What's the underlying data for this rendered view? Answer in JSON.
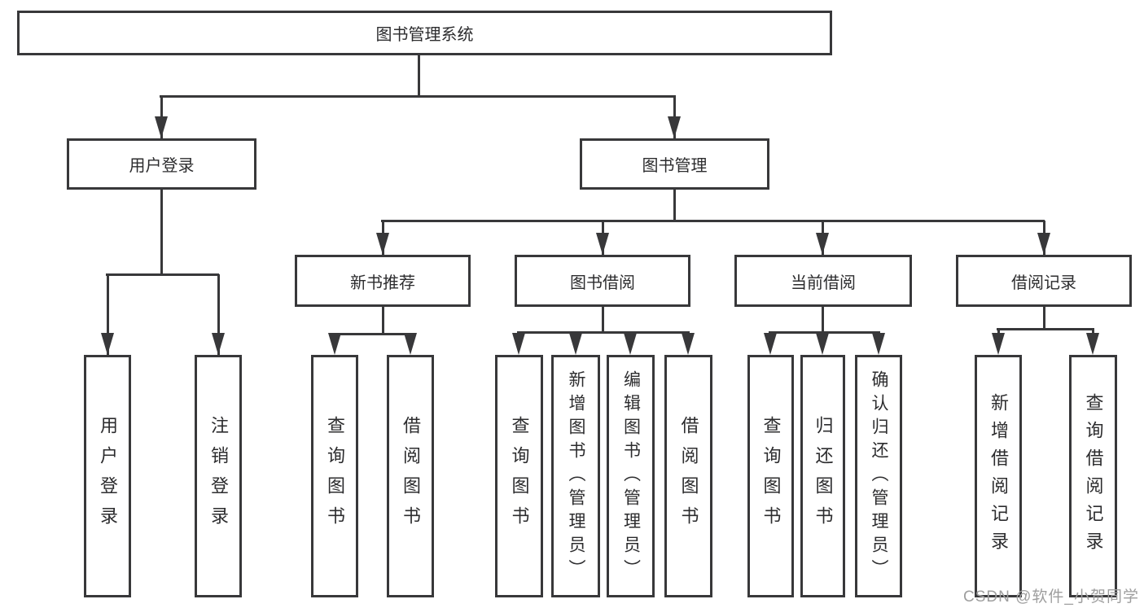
{
  "hierarchy": {
    "label": "图书管理系统",
    "children": [
      {
        "label": "用户登录",
        "children": [
          {
            "label": "用户登录"
          },
          {
            "label": "注销登录"
          }
        ]
      },
      {
        "label": "图书管理",
        "children": [
          {
            "label": "新书推荐",
            "children": [
              {
                "label": "查询图书"
              },
              {
                "label": "借阅图书"
              }
            ]
          },
          {
            "label": "图书借阅",
            "children": [
              {
                "label": "查询图书"
              },
              {
                "label": "新增图书（管理员）"
              },
              {
                "label": "编辑图书（管理员）"
              },
              {
                "label": "借阅图书"
              }
            ]
          },
          {
            "label": "当前借阅",
            "children": [
              {
                "label": "查询图书"
              },
              {
                "label": "归还图书"
              },
              {
                "label": "确认归还（管理员）"
              }
            ]
          },
          {
            "label": "借阅记录",
            "children": [
              {
                "label": "新增借阅记录"
              },
              {
                "label": "查询借阅记录"
              }
            ]
          }
        ]
      }
    ]
  },
  "watermark": {
    "text": "CSDN @软件_小贺同学"
  },
  "colors": {
    "line": "#38383a",
    "text": "#2c2c2e",
    "watermark": "#9e9e9e",
    "background": "#ffffff"
  }
}
